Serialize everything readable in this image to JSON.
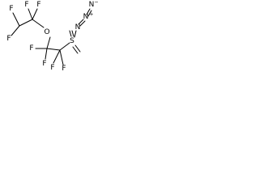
{
  "atoms": {
    "fluorine": "F",
    "oxygen": "O",
    "sulfur": "S",
    "nitrogen": "N",
    "plus": "+",
    "minus": "−"
  },
  "colors": {
    "ink": "#000000",
    "background": "#ffffff"
  }
}
